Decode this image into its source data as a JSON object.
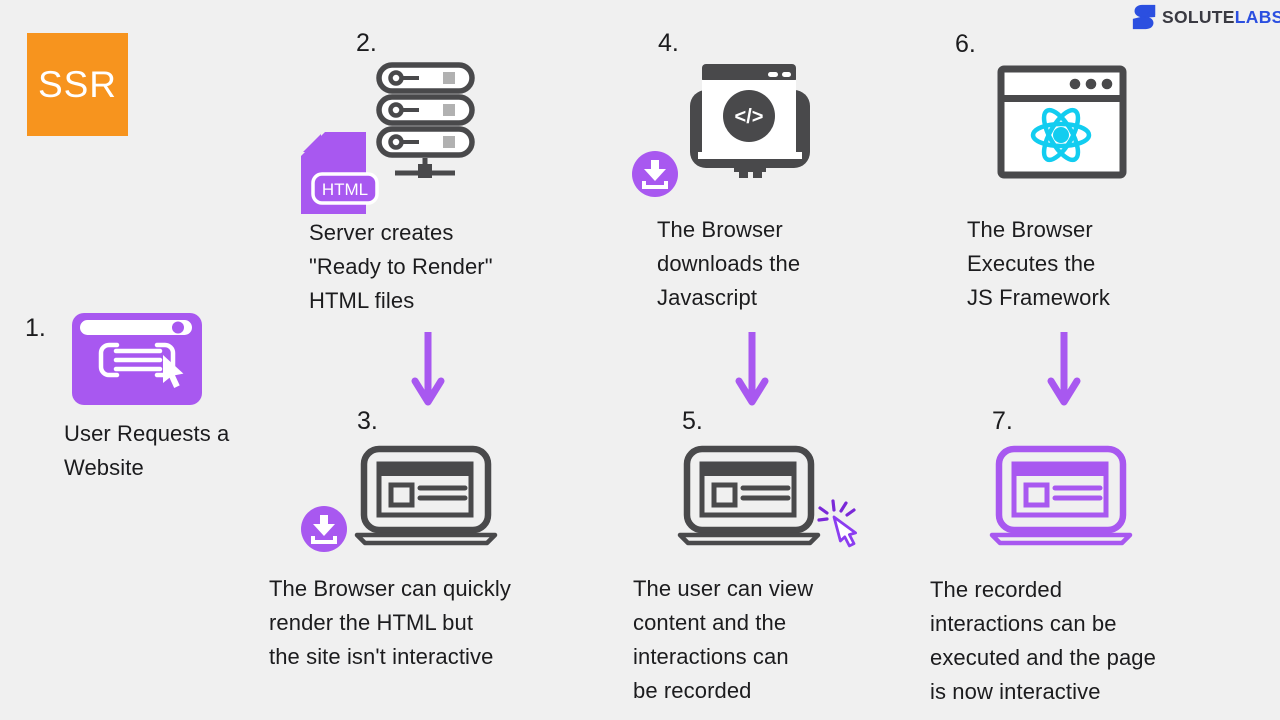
{
  "badge": {
    "label": "SSR",
    "color": "#F7941E"
  },
  "logo": {
    "name_primary": "SOLUTE",
    "name_secondary": "LABS",
    "blue": "#2B4FE0"
  },
  "file_label": "HTML",
  "code_glyph": "</>",
  "steps": [
    {
      "number": "1.",
      "icon": "browser-cursor-icon",
      "lines": [
        "User Requests a",
        "Website"
      ]
    },
    {
      "number": "2.",
      "icon": "server-html-icon",
      "lines": [
        "Server creates",
        "\"Ready to Render\"",
        "HTML files"
      ]
    },
    {
      "number": "3.",
      "icon": "laptop-download-icon",
      "lines": [
        "The Browser can quickly",
        "render the HTML but",
        "the site isn't interactive"
      ]
    },
    {
      "number": "4.",
      "icon": "monitor-code-download-icon",
      "lines": [
        "The Browser",
        "downloads the",
        "Javascript"
      ]
    },
    {
      "number": "5.",
      "icon": "laptop-click-icon",
      "lines": [
        "The user can view",
        "content and the",
        "interactions can",
        "be recorded"
      ]
    },
    {
      "number": "6.",
      "icon": "browser-react-icon",
      "lines": [
        "The Browser",
        "Executes the",
        "JS Framework"
      ]
    },
    {
      "number": "7.",
      "icon": "laptop-interactive-icon",
      "lines": [
        "The recorded",
        "interactions can be",
        "executed and the page",
        "is now interactive"
      ]
    }
  ],
  "colors": {
    "background": "#F0F0F0",
    "accent_purple": "#A858F0",
    "accent_purple_dark": "#7A28D8",
    "accent_orange": "#F7941E",
    "icon_gray": "#49494B",
    "server_square_gray": "#B1B1B1",
    "react_cyan": "#12CDF0",
    "logo_blue": "#2B4FE0",
    "text": "#1C1C1E"
  }
}
